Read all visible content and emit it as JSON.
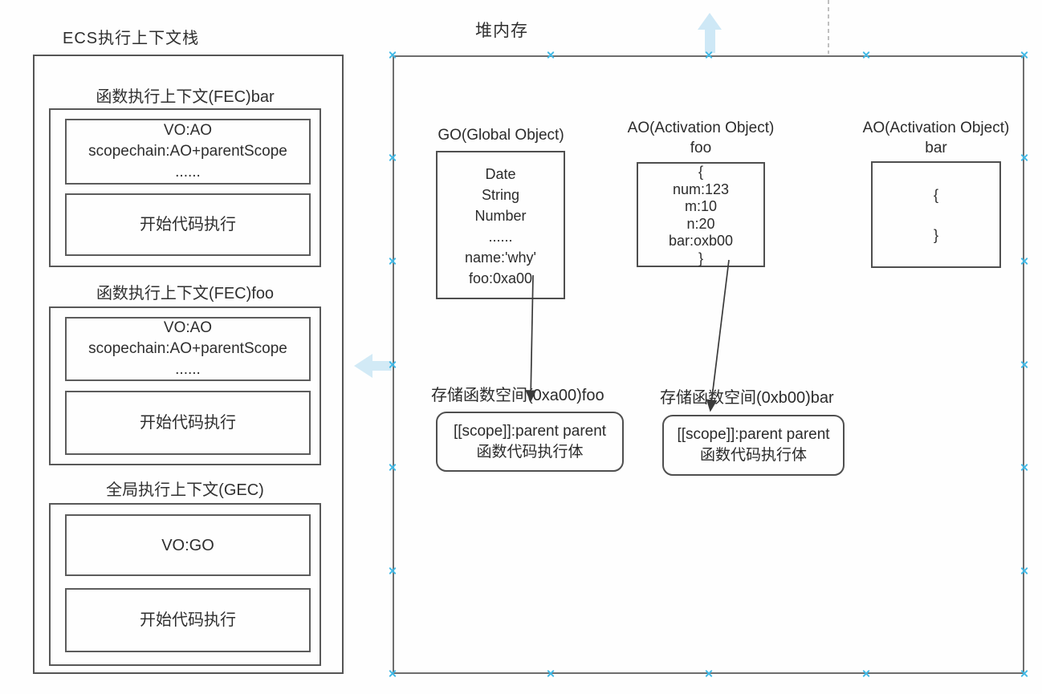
{
  "left_panel": {
    "title": "ECS执行上下文栈",
    "sections": [
      {
        "label": "函数执行上下文(FEC)bar",
        "vo_lines": [
          "VO:AO",
          "scopechain:AO+parentScope",
          "......"
        ],
        "exec_label": "开始代码执行"
      },
      {
        "label": "函数执行上下文(FEC)foo",
        "vo_lines": [
          "VO:AO",
          "scopechain:AO+parentScope",
          "......"
        ],
        "exec_label": "开始代码执行"
      },
      {
        "label": "全局执行上下文(GEC)",
        "vo_lines": [
          "VO:GO"
        ],
        "exec_label": "开始代码执行"
      }
    ]
  },
  "heap": {
    "title": "堆内存",
    "go_object": {
      "label": "GO(Global Object)",
      "lines": [
        "Date",
        "String",
        "Number",
        "......",
        "name:'why'",
        "foo:0xa00"
      ]
    },
    "ao_foo": {
      "label": "AO(Activation Object)",
      "name": "foo",
      "lines": [
        "{",
        "num:123",
        "m:10",
        "n:20",
        "bar:oxb00",
        "}"
      ]
    },
    "ao_bar": {
      "label": "AO(Activation Object)",
      "name": "bar",
      "open_brace": "{",
      "close_brace": "}"
    },
    "func_space_foo": {
      "label": "存储函数空间(0xa00)foo",
      "lines": [
        "[[scope]]:parent parent",
        "函数代码执行体"
      ]
    },
    "func_space_bar": {
      "label": "存储函数空间(0xb00)bar",
      "lines": [
        "[[scope]]:parent parent",
        "函数代码执行体"
      ]
    }
  },
  "colors": {
    "box_border": "#5f5f5f",
    "text": "#2e2e2e",
    "connection_point": "#41b9e6",
    "hover_arrow": "#cbe7f5",
    "connector": "#3a3a3a"
  }
}
